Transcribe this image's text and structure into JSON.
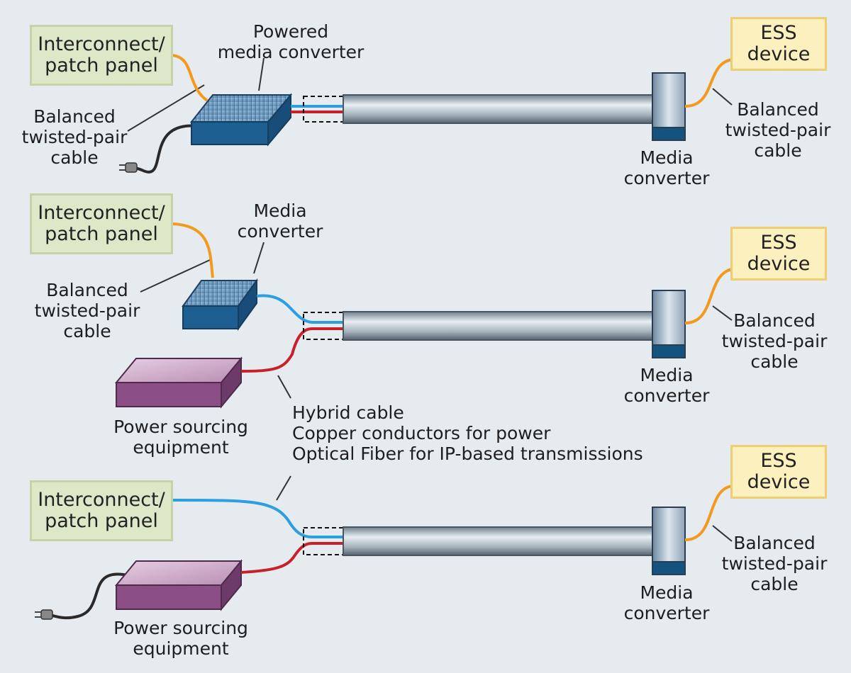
{
  "rows": [
    {
      "panel": {
        "line1": "Interconnect/",
        "line2": "patch panel"
      },
      "converter_label": {
        "line1": "Powered",
        "line2": "media converter"
      },
      "cable_label": {
        "line1": "Balanced",
        "line2": "twisted-pair",
        "line3": "cable"
      },
      "ess": {
        "line1": "ESS",
        "line2": "device"
      },
      "ess_cable_label": {
        "line1": "Balanced",
        "line2": "twisted-pair",
        "line3": "cable"
      },
      "remote_converter_label": {
        "line1": "Media",
        "line2": "converter"
      }
    },
    {
      "panel": {
        "line1": "Interconnect/",
        "line2": "patch panel"
      },
      "converter_label": {
        "line1": "Media",
        "line2": "converter"
      },
      "cable_label": {
        "line1": "Balanced",
        "line2": "twisted-pair",
        "line3": "cable"
      },
      "pse_label": {
        "line1": "Power sourcing",
        "line2": "equipment"
      },
      "ess": {
        "line1": "ESS",
        "line2": "device"
      },
      "ess_cable_label": {
        "line1": "Balanced",
        "line2": "twisted-pair",
        "line3": "cable"
      },
      "remote_converter_label": {
        "line1": "Media",
        "line2": "converter"
      }
    },
    {
      "panel": {
        "line1": "Interconnect/",
        "line2": "patch panel"
      },
      "pse_label": {
        "line1": "Power sourcing",
        "line2": "equipment"
      },
      "ess": {
        "line1": "ESS",
        "line2": "device"
      },
      "ess_cable_label": {
        "line1": "Balanced",
        "line2": "twisted-pair",
        "line3": "cable"
      },
      "remote_converter_label": {
        "line1": "Media",
        "line2": "converter"
      }
    }
  ],
  "hybrid_note": {
    "line1": "Hybrid cable",
    "line2": "Copper conductors for power",
    "line3": "Optical Fiber for IP-based transmissions"
  },
  "colors": {
    "background": "#e6ebf0",
    "fiber": "#2b9fe0",
    "copper": "#c8212a",
    "twisted_pair": "#f39a1e",
    "converter_blue": "#1e5f92",
    "pse_purple": "#8b4f86"
  }
}
